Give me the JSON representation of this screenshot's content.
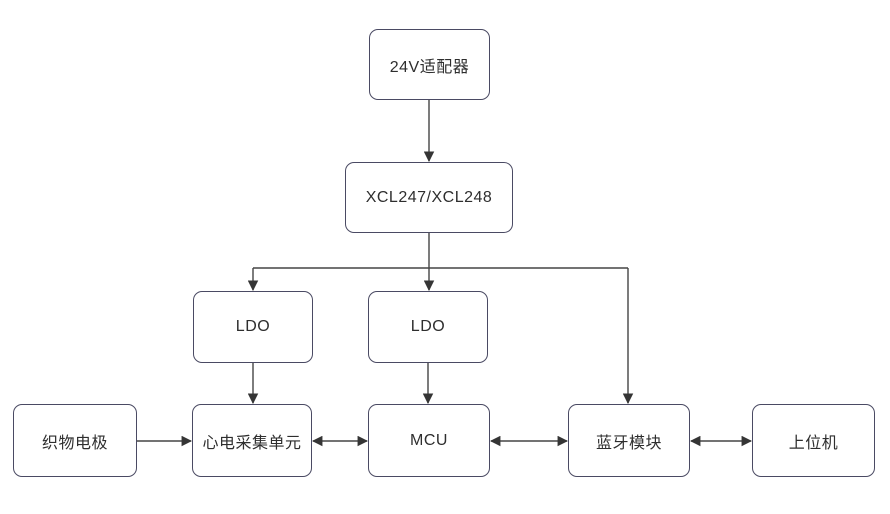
{
  "diagram": {
    "background_color": "#ffffff",
    "box_border_color": "#4a4a63",
    "line_color": "#454545",
    "text_color": "#2e2e2e",
    "nodes": [
      {
        "id": "adapter",
        "label": "24V适配器"
      },
      {
        "id": "xcl",
        "label": "XCL247/XCL248"
      },
      {
        "id": "ldo1",
        "label": "LDO"
      },
      {
        "id": "ldo2",
        "label": "LDO"
      },
      {
        "id": "electrode",
        "label": "织物电极"
      },
      {
        "id": "ecg",
        "label": "心电采集单元"
      },
      {
        "id": "mcu",
        "label": "MCU"
      },
      {
        "id": "bluetooth",
        "label": "蓝牙模块"
      },
      {
        "id": "host",
        "label": "上位机"
      }
    ],
    "edges": [
      {
        "from": "adapter",
        "to": "xcl",
        "points": [
          [
            429,
            100
          ],
          [
            429,
            161
          ]
        ],
        "arrow_end": true
      },
      {
        "from": "xcl",
        "to": "branch-bus",
        "points": [
          [
            429,
            233
          ],
          [
            429,
            268
          ]
        ]
      },
      {
        "from": "branch-bus",
        "to": "branch-bus",
        "points": [
          [
            253,
            268
          ],
          [
            628,
            268
          ]
        ]
      },
      {
        "from": "branch-bus",
        "to": "ldo1",
        "points": [
          [
            253,
            268
          ],
          [
            253,
            290
          ]
        ],
        "arrow_end": true
      },
      {
        "from": "branch-bus",
        "to": "ldo2",
        "points": [
          [
            429,
            268
          ],
          [
            429,
            290
          ]
        ],
        "arrow_end": true
      },
      {
        "from": "branch-bus",
        "to": "bluetooth",
        "points": [
          [
            628,
            268
          ],
          [
            628,
            403
          ]
        ],
        "arrow_end": true
      },
      {
        "from": "ldo1",
        "to": "ecg",
        "points": [
          [
            253,
            363
          ],
          [
            253,
            403
          ]
        ],
        "arrow_end": true
      },
      {
        "from": "ldo2",
        "to": "mcu",
        "points": [
          [
            428,
            363
          ],
          [
            428,
            403
          ]
        ],
        "arrow_end": true
      },
      {
        "from": "electrode",
        "to": "ecg",
        "points": [
          [
            137,
            441
          ],
          [
            191,
            441
          ]
        ],
        "arrow_end": true
      },
      {
        "from": "ecg",
        "to": "mcu",
        "points": [
          [
            313,
            441
          ],
          [
            367,
            441
          ]
        ],
        "arrow_start": true,
        "arrow_end": true
      },
      {
        "from": "mcu",
        "to": "bluetooth",
        "points": [
          [
            491,
            441
          ],
          [
            567,
            441
          ]
        ],
        "arrow_start": true,
        "arrow_end": true
      },
      {
        "from": "bluetooth",
        "to": "host",
        "points": [
          [
            691,
            441
          ],
          [
            751,
            441
          ]
        ],
        "arrow_start": true,
        "arrow_end": true
      }
    ]
  }
}
